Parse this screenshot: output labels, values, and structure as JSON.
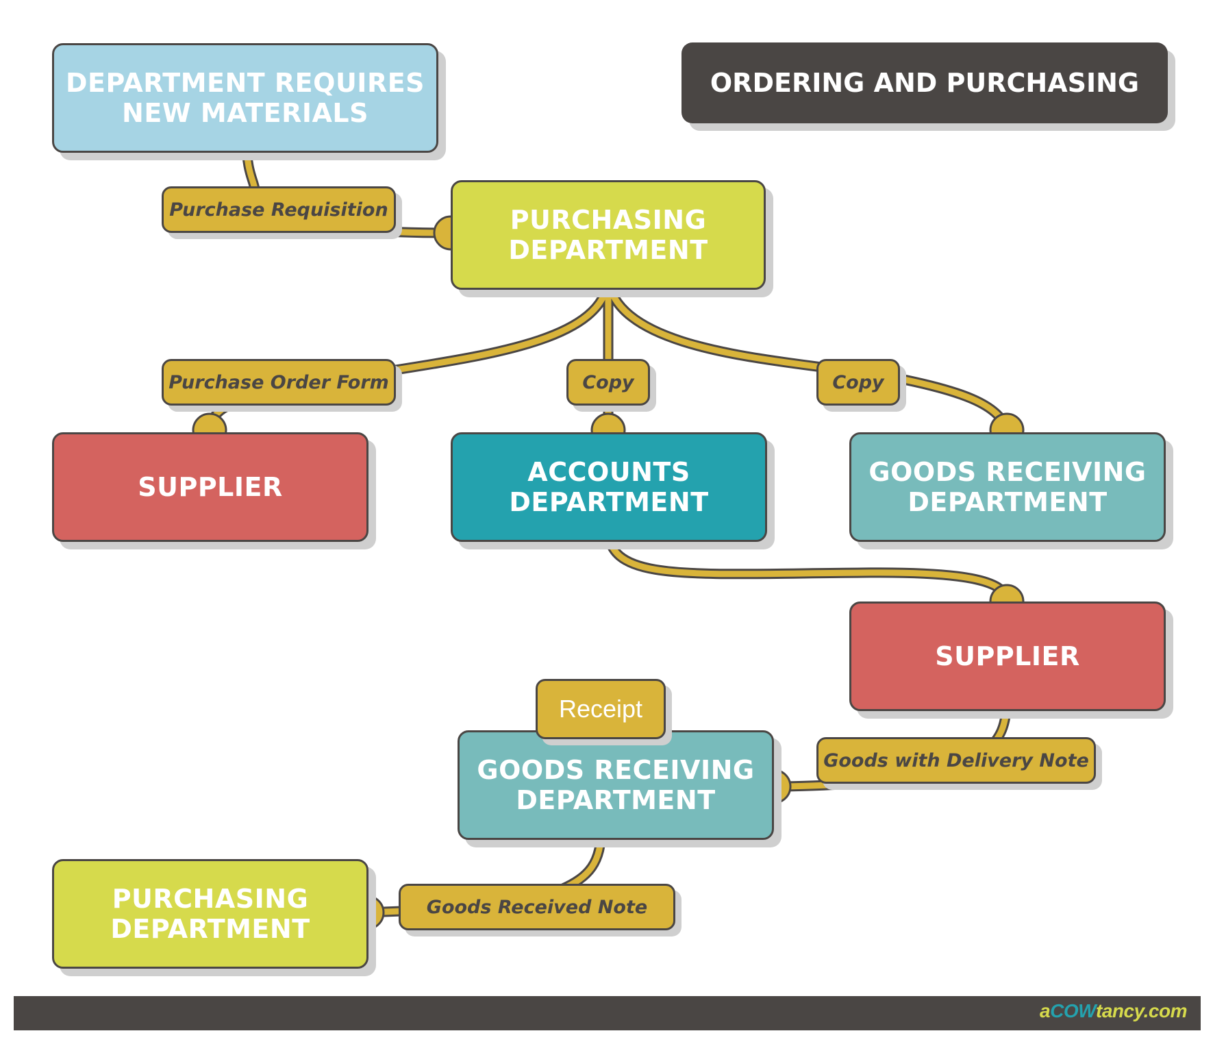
{
  "title": "ORDERING AND PURCHASING",
  "nodes": {
    "dept_requires": "DEPARTMENT REQUIRES\nNEW MATERIALS",
    "purchasing_1": "PURCHASING\nDEPARTMENT",
    "supplier_1": "SUPPLIER",
    "accounts": "ACCOUNTS\nDEPARTMENT",
    "goods_receiving_1": "GOODS RECEIVING\nDEPARTMENT",
    "supplier_2": "SUPPLIER",
    "goods_receiving_2": "GOODS RECEIVING\nDEPARTMENT",
    "purchasing_2": "PURCHASING\nDEPARTMENT"
  },
  "labels": {
    "purchase_requisition": "Purchase Requisition",
    "purchase_order_form": "Purchase Order Form",
    "copy_accounts": "Copy",
    "copy_goods": "Copy",
    "receipt": "Receipt",
    "goods_delivery_note": "Goods with Delivery Note",
    "goods_received_note": "Goods Received Note"
  },
  "footer": {
    "brand_a": "a",
    "brand_cow": "COW",
    "brand_rest": "tancy.com"
  },
  "colors": {
    "blue": "#a6d4e4",
    "lime": "#d6da4c",
    "red": "#d4635f",
    "teal": "#24a2ae",
    "light_teal": "#78bbbb",
    "connector": "#d9b43a",
    "outline": "#4a4644"
  }
}
